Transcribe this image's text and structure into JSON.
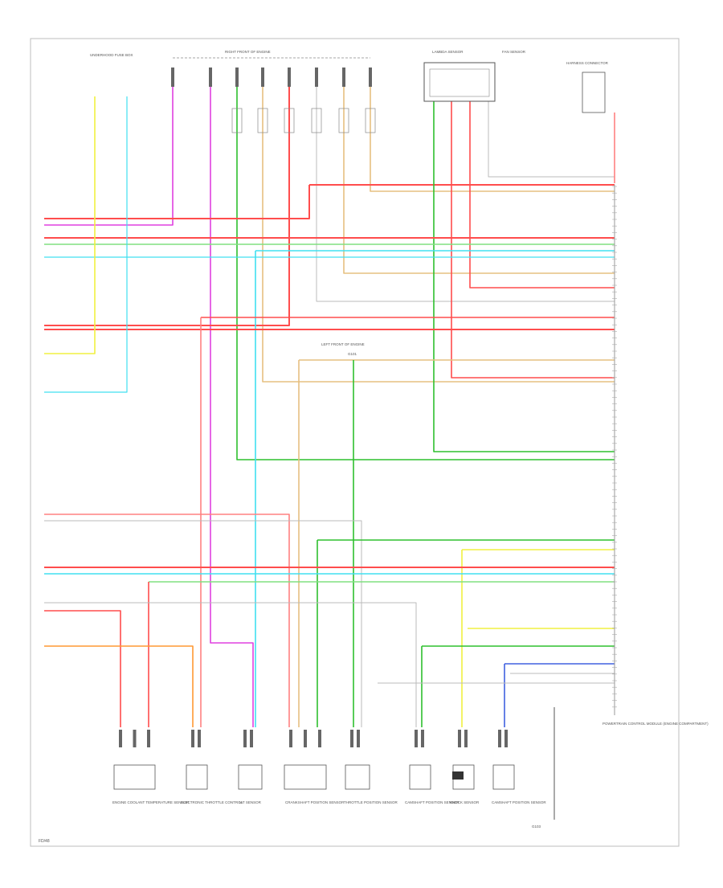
{
  "diagram": {
    "footer_code": "FD/48",
    "ecm_label": "POWERTRAIN CONTROL MODULE (ENGINE COMPARTMENT)",
    "top_labels": {
      "underhood": "UNDERHOOD FUSE BOX",
      "right_harness": "RIGHT FRONT OF ENGINE",
      "lambda": "LAMBDA SENSOR",
      "fan_sensor": "FAN SENSOR",
      "harness": "HARNESS CONNECTOR"
    },
    "mid_labels": {
      "left_front_engine": "LEFT FRONT OF ENGINE",
      "ground": "G101",
      "bottom_ground": "G103"
    },
    "bottom_components": [
      "ENGINE COOLANT TEMPERATURE SENSOR",
      "ELECTRONIC THROTTLE CONTROL",
      "IAT SENSOR",
      "CRANKSHAFT POSITION SENSOR",
      "THROTTLE POSITION SENSOR",
      "CAMSHAFT POSITION SENSOR",
      "KNOCK SENSOR",
      "CAMSHAFT POSITION SENSOR"
    ],
    "wire_colors": {
      "red": "#ff4d4d",
      "pink": "#ff8080",
      "magenta": "#e040e0",
      "green": "#2ec02e",
      "lightgreen": "#80e080",
      "cyan": "#40e0f0",
      "yellow": "#f0f040",
      "tan": "#e6c080",
      "orange": "#ff9933",
      "blue": "#4060e0",
      "gray": "#bbbbbb",
      "black": "#555555"
    }
  }
}
